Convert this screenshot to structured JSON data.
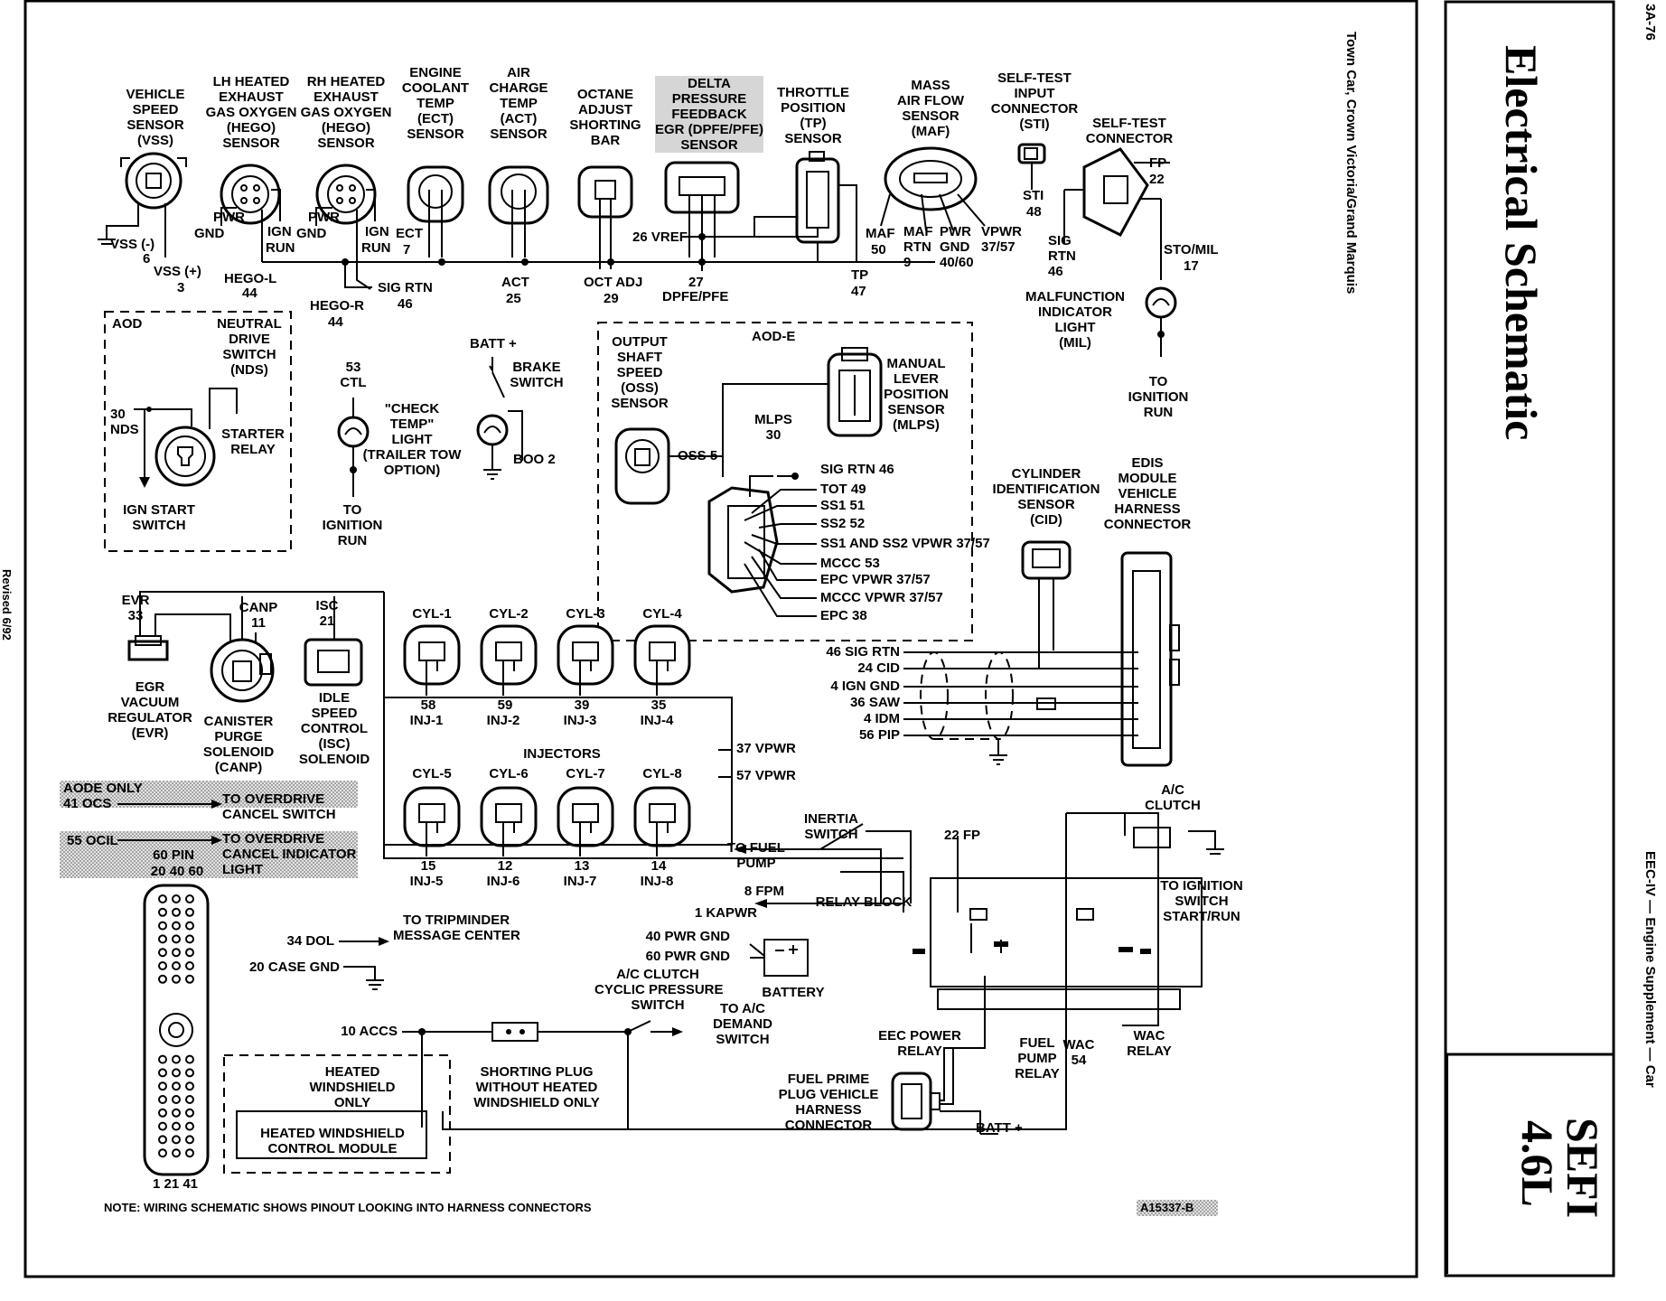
{
  "side": {
    "page_number": "3A-76",
    "section": "EEC-IV — Engine Supplement — Car",
    "revised": "Revised 6/92",
    "title": "Electrical Schematic",
    "subtitle": "Town Car, Crown Victoria/Grand Marquis",
    "engine": "4.6L",
    "engine_type": "SEFI"
  },
  "footer": {
    "note": "NOTE: WIRING SCHEMATIC SHOWS PINOUT LOOKING INTO HARNESS CONNECTORS",
    "figure_id": "A15337-B"
  },
  "sensors_top": [
    {
      "label": [
        "VEHICLE",
        "SPEED",
        "SENSOR",
        "(VSS)"
      ]
    },
    {
      "label": [
        "LH HEATED",
        "EXHAUST",
        "GAS OXYGEN",
        "(HEGO)",
        "SENSOR"
      ]
    },
    {
      "label": [
        "RH HEATED",
        "EXHAUST",
        "GAS OXYGEN",
        "(HEGO)",
        "SENSOR"
      ]
    },
    {
      "label": [
        "ENGINE",
        "COOLANT",
        "TEMP",
        "(ECT)",
        "SENSOR"
      ]
    },
    {
      "label": [
        "AIR",
        "CHARGE",
        "TEMP",
        "(ACT)",
        "SENSOR"
      ]
    },
    {
      "label": [
        "OCTANE",
        "ADJUST",
        "SHORTING",
        "BAR"
      ]
    },
    {
      "label": [
        "DELTA",
        "PRESSURE",
        "FEEDBACK",
        "EGR (DPFE/PFE)",
        "SENSOR"
      ]
    },
    {
      "label": [
        "THROTTLE",
        "POSITION",
        "(TP)",
        "SENSOR"
      ]
    },
    {
      "label": [
        "MASS",
        "AIR FLOW",
        "SENSOR",
        "(MAF)"
      ]
    },
    {
      "label": [
        "SELF-TEST",
        "INPUT",
        "CONNECTOR",
        "(STI)"
      ]
    },
    {
      "label": [
        "SELF-TEST",
        "CONNECTOR"
      ]
    }
  ],
  "pins_top": {
    "vss_minus": "VSS (-)",
    "vss_minus_no": "6",
    "vss_plus": "VSS (+)",
    "vss_plus_no": "3",
    "pwr_gnd": "PWR",
    "gnd": "GND",
    "ign": "IGN",
    "run": "RUN",
    "hego_l": "HEGO-L",
    "hego_l_no": "44",
    "hego_r": "HEGO-R",
    "hego_r_no": "44",
    "ect": "ECT",
    "ect_no": "7",
    "sig_rtn": "SIG RTN",
    "sig_rtn_no": "46",
    "act": "ACT",
    "act_no": "25",
    "oct_adj": "OCT ADJ",
    "oct_adj_no": "29",
    "vref": "26 VREF",
    "dpfe_no": "27",
    "dpfe": "DPFE/PFE",
    "tp": "TP",
    "tp_no": "47",
    "maf": "MAF",
    "maf_no": "50",
    "maf_rtn": [
      "MAF",
      "RTN",
      "9"
    ],
    "pwr_gnd_maf": [
      "PWR",
      "GND",
      "40/60"
    ],
    "vpwr": [
      "VPWR",
      "37/57"
    ],
    "sti": "STI",
    "sti_no": "48",
    "sig_rtn46": [
      "SIG",
      "RTN",
      "46"
    ],
    "fp": "FP",
    "fp_no": "22",
    "sto": "STO/MIL",
    "sto_no": "17",
    "mil": [
      "MALFUNCTION",
      "INDICATOR",
      "LIGHT",
      "(MIL)"
    ],
    "to_ign": [
      "TO",
      "IGNITION",
      "RUN"
    ]
  },
  "aod": {
    "title": "AOD",
    "nds": [
      "NEUTRAL",
      "DRIVE",
      "SWITCH",
      "(NDS)"
    ],
    "nds_pin": [
      "30",
      "NDS"
    ],
    "starter": [
      "STARTER",
      "RELAY"
    ],
    "ign_start": [
      "IGN START",
      "SWITCH"
    ]
  },
  "check_temp": {
    "ctl": [
      "53",
      "CTL"
    ],
    "light": [
      "\"CHECK",
      "TEMP\"",
      "LIGHT",
      "(TRAILER TOW",
      "OPTION)"
    ],
    "to_ign": [
      "TO",
      "IGNITION",
      "RUN"
    ]
  },
  "brake": {
    "batt": "BATT +",
    "switch": [
      "BRAKE",
      "SWITCH"
    ],
    "boo": "BOO 2"
  },
  "aod_e": {
    "title": "AOD-E",
    "oss": [
      "OUTPUT",
      "SHAFT",
      "SPEED",
      "(OSS)",
      "SENSOR"
    ],
    "oss_pin": "OSS 5",
    "mlps": [
      "MANUAL",
      "LEVER",
      "POSITION",
      "SENSOR",
      "(MLPS)"
    ],
    "mlps_pin": [
      "MLPS",
      "30"
    ],
    "pins": [
      "SIG RTN 46",
      "TOT 49",
      "SS1 51",
      "SS2 52",
      "SS1 AND SS2 VPWR 37/57",
      "MCCC 53",
      "EPC VPWR 37/57",
      "MCCC VPWR 37/57",
      "EPC 38"
    ]
  },
  "cid": {
    "label": [
      "CYLINDER",
      "IDENTIFICATION",
      "SENSOR",
      "(CID)"
    ]
  },
  "edis": {
    "label": [
      "EDIS",
      "MODULE",
      "VEHICLE",
      "HARNESS",
      "CONNECTOR"
    ],
    "pins": [
      "46 SIG RTN",
      "24 CID",
      "4 IGN GND",
      "36 SAW",
      "4 IDM",
      "56 PIP"
    ]
  },
  "evr": {
    "pin": [
      "EVR",
      "33"
    ],
    "label": [
      "EGR",
      "VACUUM",
      "REGULATOR",
      "(EVR)"
    ]
  },
  "canp": {
    "pin": [
      "CANP",
      "11"
    ],
    "label": [
      "CANISTER",
      "PURGE",
      "SOLENOID",
      "(CANP)"
    ]
  },
  "isc": {
    "pin": [
      "ISC",
      "21"
    ],
    "label": [
      "IDLE",
      "SPEED",
      "CONTROL",
      "(ISC)",
      "SOLENOID"
    ]
  },
  "injectors": {
    "title": "INJECTORS",
    "top": [
      {
        "cyl": "CYL-1",
        "pin": "58",
        "inj": "INJ-1"
      },
      {
        "cyl": "CYL-2",
        "pin": "59",
        "inj": "INJ-2"
      },
      {
        "cyl": "CYL-3",
        "pin": "39",
        "inj": "INJ-3"
      },
      {
        "cyl": "CYL-4",
        "pin": "35",
        "inj": "INJ-4"
      }
    ],
    "bottom": [
      {
        "cyl": "CYL-5",
        "pin": "15",
        "inj": "INJ-5"
      },
      {
        "cyl": "CYL-6",
        "pin": "12",
        "inj": "INJ-6"
      },
      {
        "cyl": "CYL-7",
        "pin": "13",
        "inj": "INJ-7"
      },
      {
        "cyl": "CYL-8",
        "pin": "14",
        "inj": "INJ-8"
      }
    ],
    "vpwr37": "37 VPWR",
    "vpwr57": "57 VPWR"
  },
  "aode": {
    "only": [
      "AODE ONLY",
      "41 OCS"
    ],
    "to_ocs": [
      "TO OVERDRIVE",
      "CANCEL SWITCH"
    ],
    "ocil": "55 OCIL",
    "to_ocil": [
      "TO OVERDRIVE",
      "CANCEL INDICATOR",
      "LIGHT"
    ]
  },
  "pin60": {
    "label": "60 PIN",
    "top_nums": "20 40 60",
    "bottom_nums": "1 21 41"
  },
  "misc": {
    "dol": "34 DOL",
    "tripminder": [
      "TO TRIPMINDER",
      "MESSAGE CENTER"
    ],
    "case_gnd": "20 CASE GND",
    "accs": "10 ACCS",
    "shorting": [
      "SHORTING PLUG",
      "WITHOUT HEATED",
      "WINDSHIELD ONLY"
    ],
    "hw_only": [
      "HEATED",
      "WINDSHIELD",
      "ONLY"
    ],
    "hw_module": [
      "HEATED WINDSHIELD",
      "CONTROL MODULE"
    ],
    "ac_cycle": [
      "A/C CLUTCH",
      "CYCLIC PRESSURE",
      "SWITCH"
    ],
    "to_ac": [
      "TO A/C",
      "DEMAND",
      "SWITCH"
    ]
  },
  "relays": {
    "to_fuel_pump": [
      "TO FUEL",
      "PUMP"
    ],
    "inertia": [
      "INERTIA",
      "SWITCH"
    ],
    "fp22": "22 FP",
    "fpm": "8 FPM",
    "kapwr": "1 KAPWR",
    "relay_block": "RELAY BLOCK",
    "pwr40": "40 PWR GND",
    "pwr60": "60 PWR GND",
    "battery": "BATTERY",
    "eec_relay": [
      "EEC POWER",
      "RELAY"
    ],
    "fuel_relay": [
      "FUEL",
      "PUMP",
      "RELAY"
    ],
    "wac": [
      "WAC",
      "54"
    ],
    "wac_relay": [
      "WAC",
      "RELAY"
    ],
    "ac_clutch": [
      "A/C",
      "CLUTCH"
    ],
    "to_ign_switch": [
      "TO IGNITION",
      "SWITCH",
      "START/RUN"
    ],
    "fuel_prime": [
      "FUEL PRIME",
      "PLUG VEHICLE",
      "HARNESS",
      "CONNECTOR"
    ],
    "batt_plus": "BATT +"
  }
}
